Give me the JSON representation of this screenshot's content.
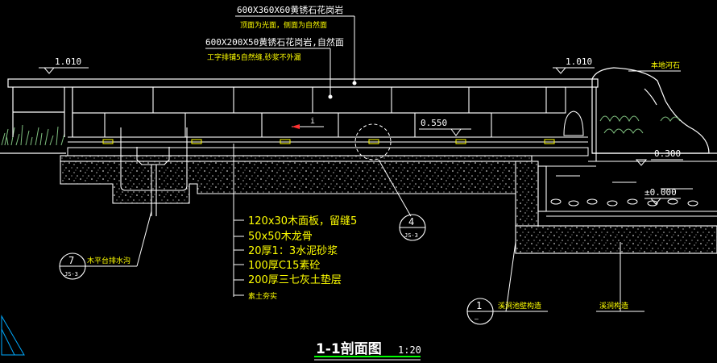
{
  "notes": {
    "top1": "600X360X60黄锈石花岗岩",
    "top2": "顶面为光面，侧面为自然面",
    "top3": "600X200X50黄锈石花岗岩,自然面",
    "top4": "工字排铺5自然缝,砂浆不外漏",
    "stone": "本地河石"
  },
  "levels": {
    "left": "1.010",
    "right": "1.010",
    "mid": "0.550",
    "water": "0.300",
    "zero": "±0.000"
  },
  "arrow_label": "i",
  "layers": [
    "120x30木面板，留缝5",
    "50x50木龙骨",
    "20厚1：3水泥砂浆",
    "100厚C15素砼",
    "200厚三七灰土垫层",
    "素土夯实"
  ],
  "callouts": {
    "drain_label": "木平台排水沟",
    "drain_num": "7",
    "drain_ref": "JS-3",
    "detail_num": "4",
    "detail_ref": "JS-3",
    "sec_num": "1",
    "sec_ref": "—",
    "pond_label": "溪涧池壁构造",
    "stream_label": "溪涧构造"
  },
  "title": {
    "main": "1-1剖面图",
    "scale": "1:20"
  },
  "colors": {
    "yellow": "#ffff00",
    "white": "#ffffff",
    "green": "#00ff00",
    "cyan": "#00ffff",
    "gray": "#b0b0b0",
    "red": "#ff3030"
  }
}
